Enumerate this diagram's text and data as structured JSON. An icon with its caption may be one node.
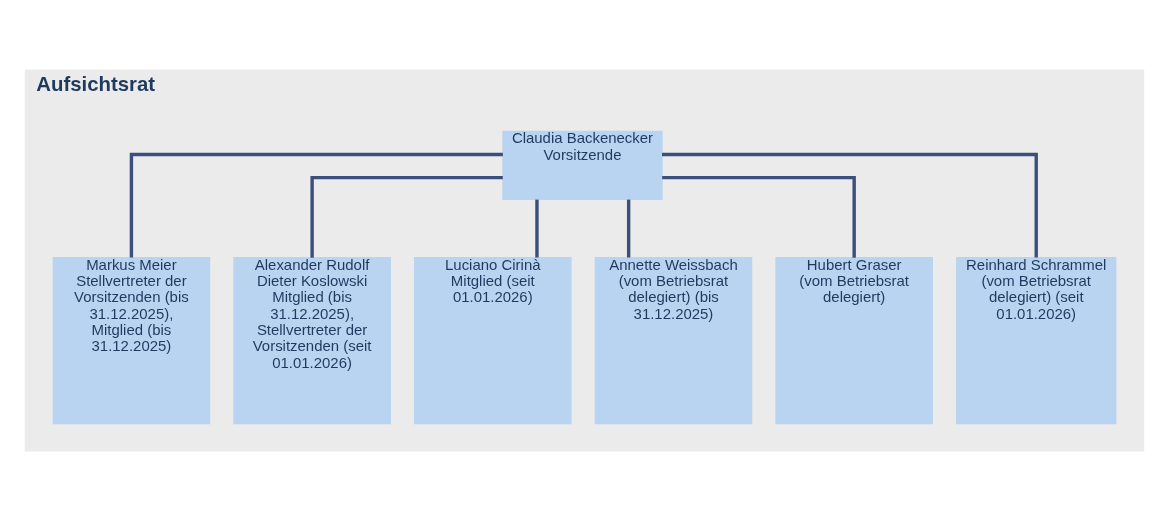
{
  "diagram": {
    "nodes": [
      {
        "text": [
          "Aufsichtsrat"
        ]
      },
      {
        "text": [
          "Claudia Backenecker",
          "Vorsitzende"
        ],
        "in": 0
      },
      {
        "text": [
          "Markus Meier",
          "Stellvertreter der Vorsitzenden (bis 31.12.2025), Mitglied (bis 31.12.2025)"
        ],
        "in": 0
      },
      {
        "text": [
          "Alexander Rudolf Dieter Koslowski",
          "Mitglied (bis 31.12.2025), Stellvertreter der Vorsitzenden (seit 01.01.2026)"
        ],
        "in": 0
      },
      {
        "text": [
          "Luciano Cirinà",
          "Mitglied (seit 01.01.2026)"
        ],
        "in": 0
      },
      {
        "text": [
          "Annette Weissbach",
          "(vom Betriebsrat delegiert) (bis 31.12.2025)"
        ],
        "in": 0
      },
      {
        "text": [
          "Hubert Graser",
          "(vom Betriebsrat delegiert)"
        ],
        "in": 0
      },
      {
        "text": [
          "Reinhard Schrammel",
          "(vom Betriebsrat delegiert) (seit 01.01.2026)"
        ],
        "in": 0
      }
    ],
    "edges": [
      {
        "from": 1,
        "to": 2,
        "arrow": "none"
      },
      {
        "from": 1,
        "to": 3,
        "arrow": "none"
      },
      {
        "from": 1,
        "to": 4,
        "arrow": "none"
      },
      {
        "from": 1,
        "to": 5,
        "arrow": "none"
      },
      {
        "from": 1,
        "to": 6,
        "arrow": "none"
      },
      {
        "from": 1,
        "to": 7,
        "arrow": "none"
      }
    ]
  }
}
